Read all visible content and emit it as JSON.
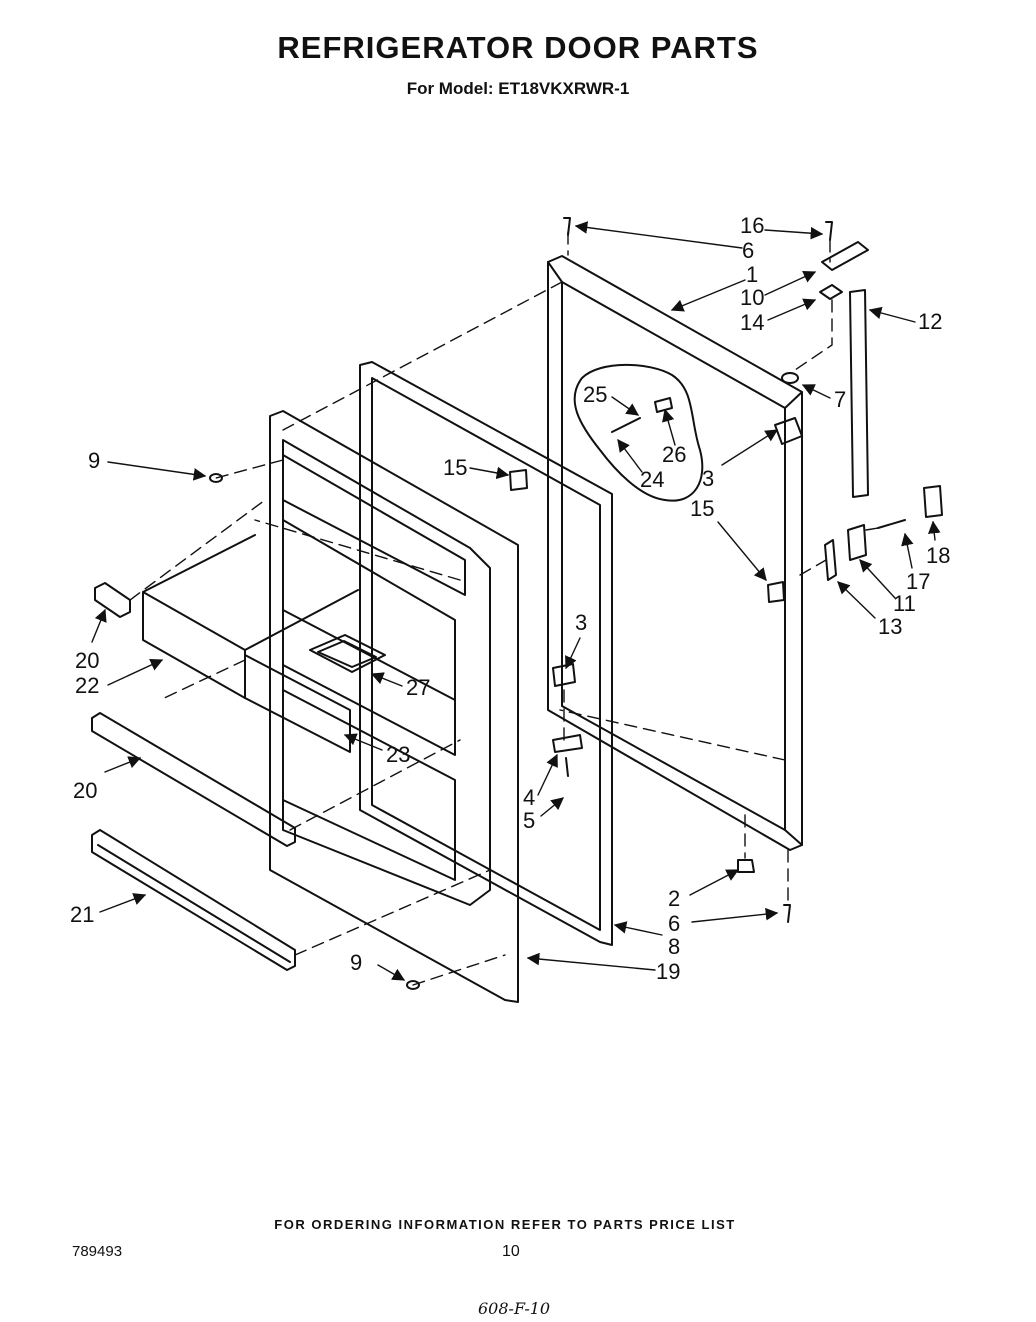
{
  "title": "REFRIGERATOR DOOR PARTS",
  "subtitle": "For Model: ET18VKXRWR-1",
  "callouts": [
    "16",
    "6",
    "1",
    "10",
    "14",
    "12",
    "7",
    "25",
    "26",
    "24",
    "3",
    "15",
    "9",
    "15",
    "18",
    "17",
    "11",
    "13",
    "3",
    "20",
    "22",
    "27",
    "23",
    "20",
    "4",
    "5",
    "2",
    "6",
    "8",
    "21",
    "9",
    "19"
  ],
  "footer": {
    "ordering_note": "FOR ORDERING INFORMATION REFER TO PARTS PRICE LIST",
    "doc_number": "789493",
    "page_number": "10",
    "handwritten_code": "608-F-10"
  }
}
